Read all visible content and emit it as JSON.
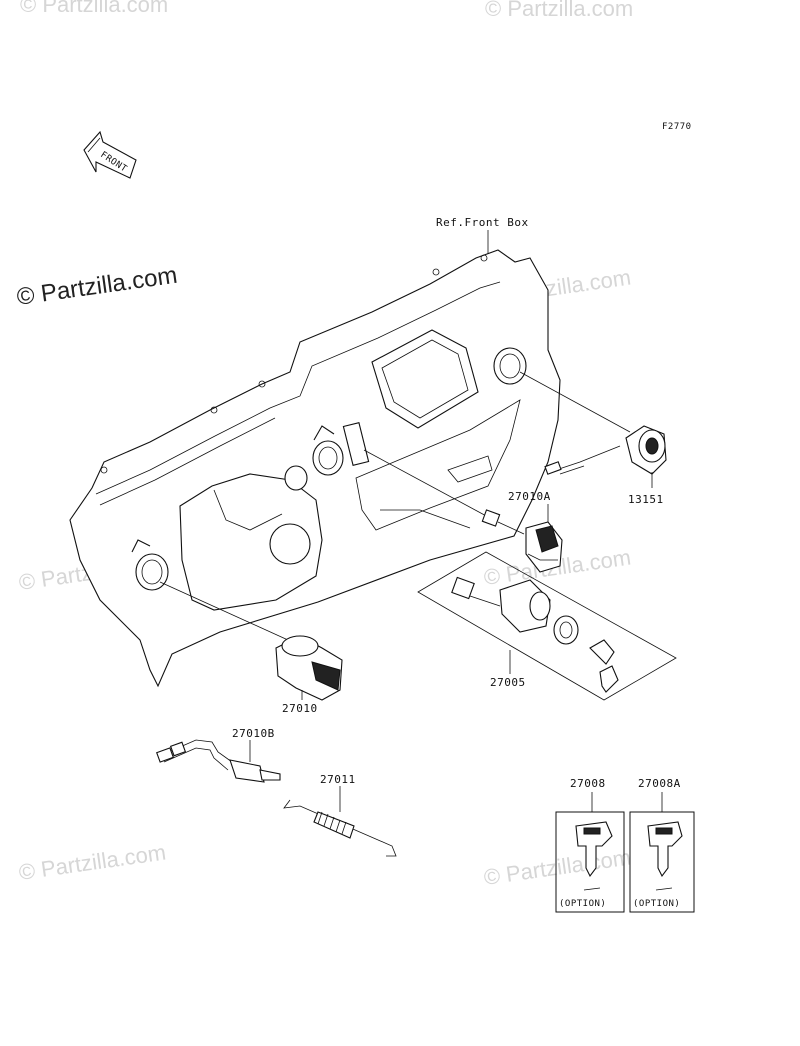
{
  "diagram": {
    "figure_code": "F2770",
    "front_indicator": "FRONT",
    "reference_label": "Ref.Front Box",
    "part_labels": {
      "p13151": "13151",
      "p27010A": "27010A",
      "p27005": "27005",
      "p27010": "27010",
      "p27010B": "27010B",
      "p27011": "27011",
      "p27008": "27008",
      "p27008A": "27008A"
    },
    "option_label": "(OPTION)",
    "watermark": "© Partzilla.com"
  }
}
